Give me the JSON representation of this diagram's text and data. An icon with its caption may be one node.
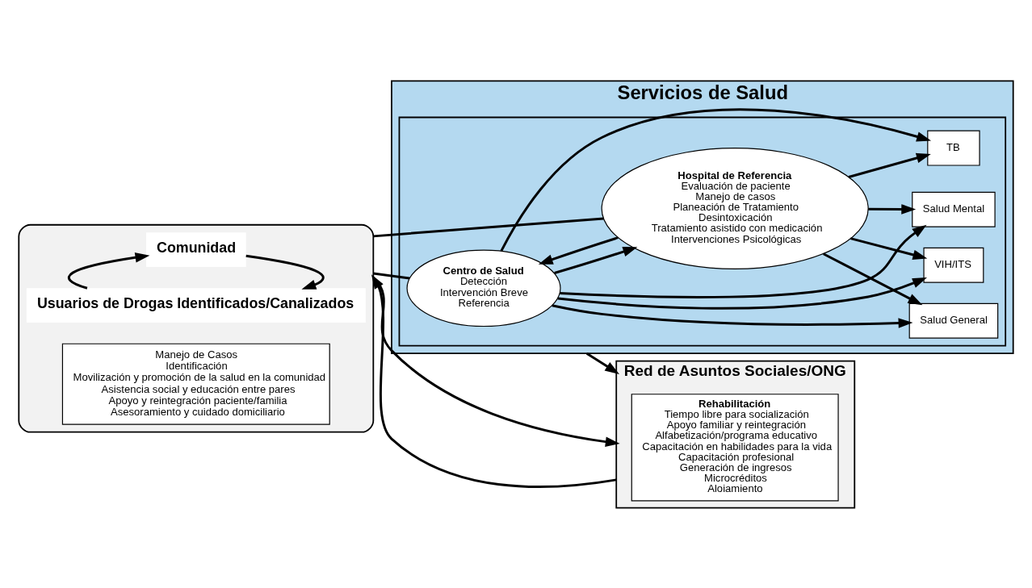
{
  "diagram": {
    "nodes": [
      {
        "text": [],
        "shape": "ellipse"
      },
      {
        "text": [
          "Comunidad"
        ],
        "in": 0
      },
      {
        "text": [
          "Usuarios de Drogas Identificados/Canalizados"
        ],
        "in": 0
      },
      {
        "text": [
          "Manejo de Casos",
          "Identificación",
          "Movilización y promoción de la salud en la comunidad",
          "Asistencia social y educación entre pares",
          "Apoyo y reintegración paciente/familia",
          "Asesoramiento y cuidado domiciliario"
        ],
        "in": 0
      },
      {
        "text": [
          "Servicios de Salud"
        ]
      },
      {
        "text": [],
        "shape": "box",
        "in": 4
      },
      {
        "text": [
          "Centro de Salud",
          "Detección",
          "Intervención Breve",
          "Referencia"
        ],
        "in": 5
      },
      {
        "text": [
          "Hospital de Referencia",
          "Evaluación de paciente",
          "Manejo de casos",
          "Planeación de Tratamiento",
          "Desintoxicación",
          "Tratamiento asistido con medicación",
          "Intervenciones Psicológicas"
        ],
        "in": 5
      },
      {
        "text": [
          "Salud Mental"
        ],
        "in": 5
      },
      {
        "text": [
          "VIH/ITS"
        ],
        "in": 5
      },
      {
        "text": [
          "TB"
        ],
        "in": 5
      },
      {
        "text": [
          "Salud General"
        ],
        "in": 5
      },
      {
        "text": [
          "Red de Asuntos Sociales/ONG"
        ]
      },
      {
        "text": [
          "Rehabilitación",
          "Tiempo libre para socialización",
          "Apoyo familiar y reintegración",
          "Alfabetización/programa educativo",
          "Capacitación en habilidades para la vida",
          "Capacitación profesional",
          "Generación de ingresos",
          "Microcréditos",
          "Aloiamiento"
        ],
        "in": 12
      }
    ],
    "edges": [
      {
        "from": 1,
        "to": 2,
        "arrow": "to"
      },
      {
        "from": 2,
        "to": 1,
        "arrow": "to"
      },
      {
        "from": 0,
        "to": 6,
        "arrow": "none"
      },
      {
        "from": 0,
        "to": 7,
        "arrow": "none"
      },
      {
        "from": 6,
        "to": 7,
        "arrow": "to"
      },
      {
        "from": 7,
        "to": 6,
        "arrow": "to"
      },
      {
        "from": 6,
        "to": 8,
        "arrow": "to"
      },
      {
        "from": 6,
        "to": 9,
        "arrow": "to"
      },
      {
        "from": 6,
        "to": 10,
        "arrow": "to"
      },
      {
        "from": 6,
        "to": 11,
        "arrow": "to"
      },
      {
        "from": 7,
        "to": 8,
        "arrow": "to"
      },
      {
        "from": 7,
        "to": 9,
        "arrow": "to"
      },
      {
        "from": 7,
        "to": 10,
        "arrow": "to"
      },
      {
        "from": 7,
        "to": 11,
        "arrow": "to"
      },
      {
        "from": 4,
        "to": 12,
        "arrow": "to"
      },
      {
        "from": 0,
        "to": 12,
        "arrow": "to"
      },
      {
        "from": 12,
        "to": 0,
        "arrow": "to"
      }
    ]
  }
}
